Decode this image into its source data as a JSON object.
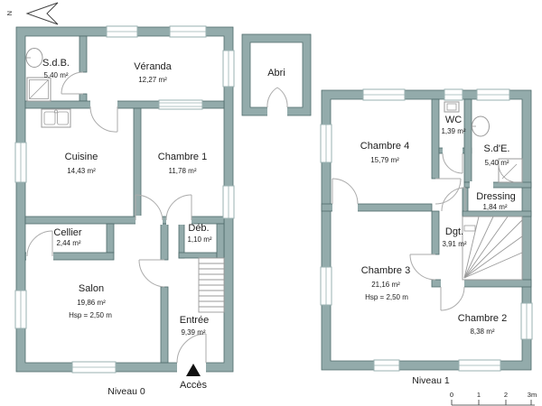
{
  "north": {
    "label": "N"
  },
  "access": {
    "label": "Accès"
  },
  "outbuilding": {
    "name": "Abri"
  },
  "levels": [
    {
      "label": "Niveau 0",
      "rooms": [
        {
          "name": "S.d.B.",
          "area": "5,40 m²"
        },
        {
          "name": "Véranda",
          "area": "12,27 m²"
        },
        {
          "name": "Cuisine",
          "area": "14,43 m²"
        },
        {
          "name": "Chambre 1",
          "area": "11,78 m²"
        },
        {
          "name": "Cellier",
          "area": "2,44 m²"
        },
        {
          "name": "Déb.",
          "area": "1,10 m²"
        },
        {
          "name": "Salon",
          "area": "19,86 m²",
          "ceiling": "Hsp = 2,50 m"
        },
        {
          "name": "Entrée",
          "area": "9,39 m²"
        }
      ]
    },
    {
      "label": "Niveau 1",
      "rooms": [
        {
          "name": "Chambre 4",
          "area": "15,79 m²"
        },
        {
          "name": "WC",
          "area": "1,39 m²"
        },
        {
          "name": "S.d'E.",
          "area": "5,40 m²"
        },
        {
          "name": "Dressing",
          "area": "1,84 m²"
        },
        {
          "name": "Dgt.",
          "area": "3,91 m²"
        },
        {
          "name": "Chambre 3",
          "area": "21,16 m²",
          "ceiling": "Hsp = 2,50 m"
        },
        {
          "name": "Chambre 2",
          "area": "8,38 m²"
        }
      ]
    }
  ],
  "scale_bar": {
    "ticks": [
      "0",
      "1",
      "2",
      "3m"
    ]
  },
  "colors": {
    "wall": "#93abab",
    "wall_outline": "#4f6b6b",
    "accent_black": "#111111"
  }
}
